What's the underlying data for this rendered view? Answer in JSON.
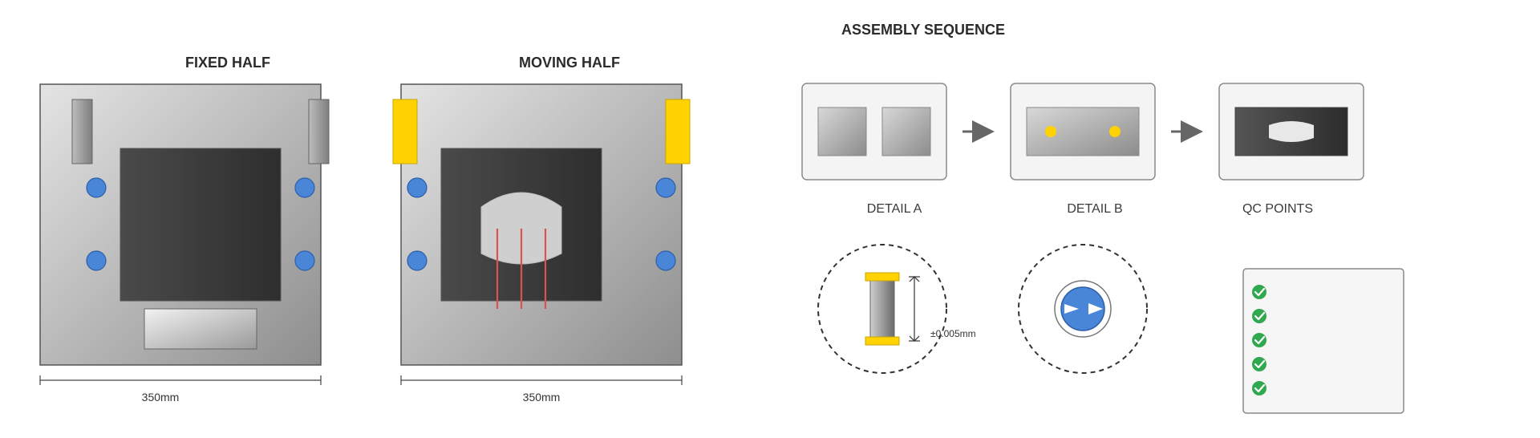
{
  "colors": {
    "pin": "#4a86d8",
    "gold": "#ffd200",
    "check": "#2fa84f",
    "cavity": "#383838",
    "plate_stroke": "#555555",
    "red_line": "#d9534f"
  },
  "fixed_half": {
    "title": "FIXED HALF",
    "dimension": "350mm"
  },
  "moving_half": {
    "title": "MOVING HALF",
    "dimension": "350mm"
  },
  "sequence": {
    "title": "ASSEMBLY SEQUENCE",
    "steps": [
      {
        "label": "DETAIL A"
      },
      {
        "label": "DETAIL B"
      },
      {
        "label": "QC POINTS"
      }
    ]
  },
  "detail_a_zoom": {
    "tolerance": "±0.005mm"
  },
  "qc_checklist": {
    "icon": "check-circle-icon",
    "checked_count": 5
  }
}
